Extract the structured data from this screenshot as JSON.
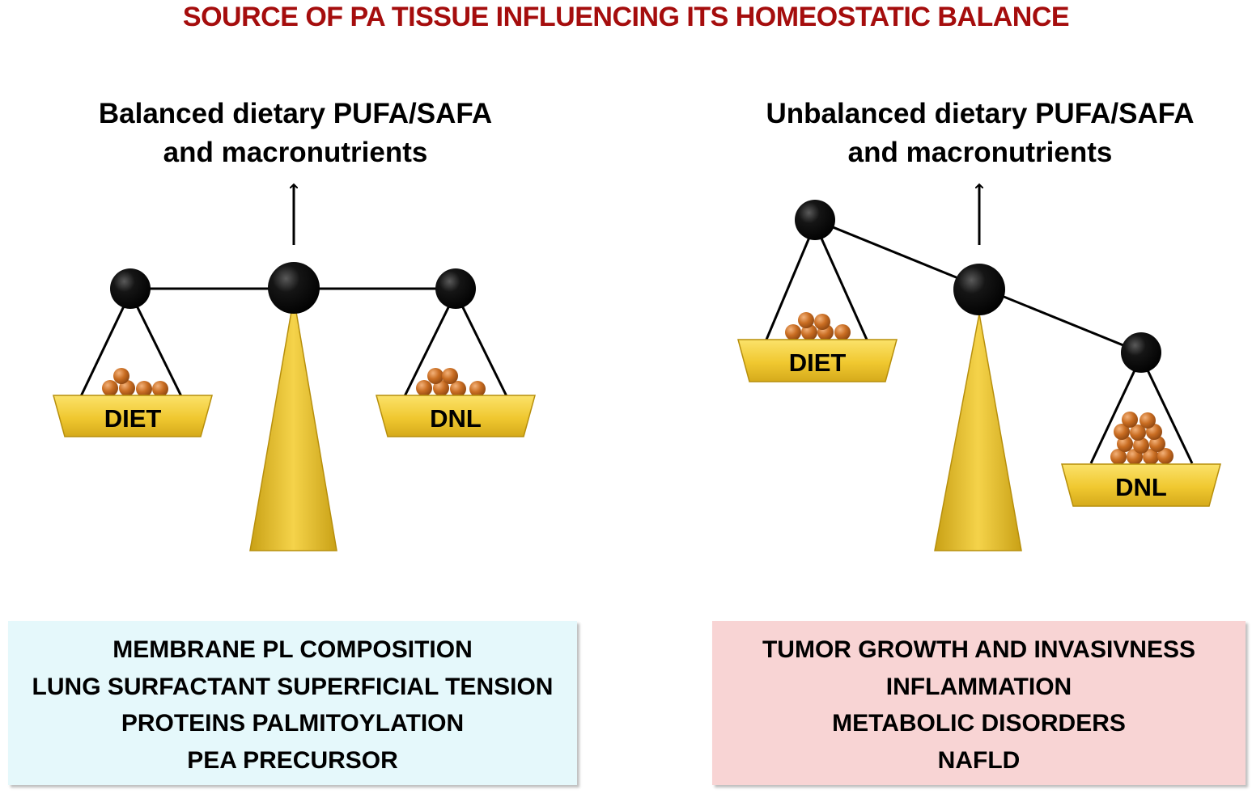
{
  "title": "SOURCE OF PA TISSUE INFLUENCING ITS HOMEOSTATIC BALANCE",
  "colors": {
    "title": "#a50d0d",
    "scale_gold": "#f0c830",
    "scale_gold_dark": "#b78f0c",
    "ball": "#0a0a0a",
    "droplet": "#c96d22",
    "left_box_bg": "#e5f8fb",
    "right_box_bg": "#f8d4d4"
  },
  "left_panel": {
    "heading_lines": [
      "Balanced dietary PUFA/SAFA",
      "and macronutrients"
    ],
    "left_pan_label": "DIET",
    "right_pan_label": "DNL",
    "effects": [
      "MEMBRANE PL COMPOSITION",
      "LUNG SURFACTANT SUPERFICIAL TENSION",
      "PROTEINS PALMITOYLATION",
      "PEA PRECURSOR"
    ]
  },
  "right_panel": {
    "heading_lines": [
      "Unbalanced dietary PUFA/SAFA",
      "and macronutrients"
    ],
    "left_pan_label": "DIET",
    "right_pan_label": "DNL",
    "effects": [
      "TUMOR GROWTH AND INVASIVNESS",
      "INFLAMMATION",
      "METABOLIC DISORDERS",
      "NAFLD"
    ]
  }
}
